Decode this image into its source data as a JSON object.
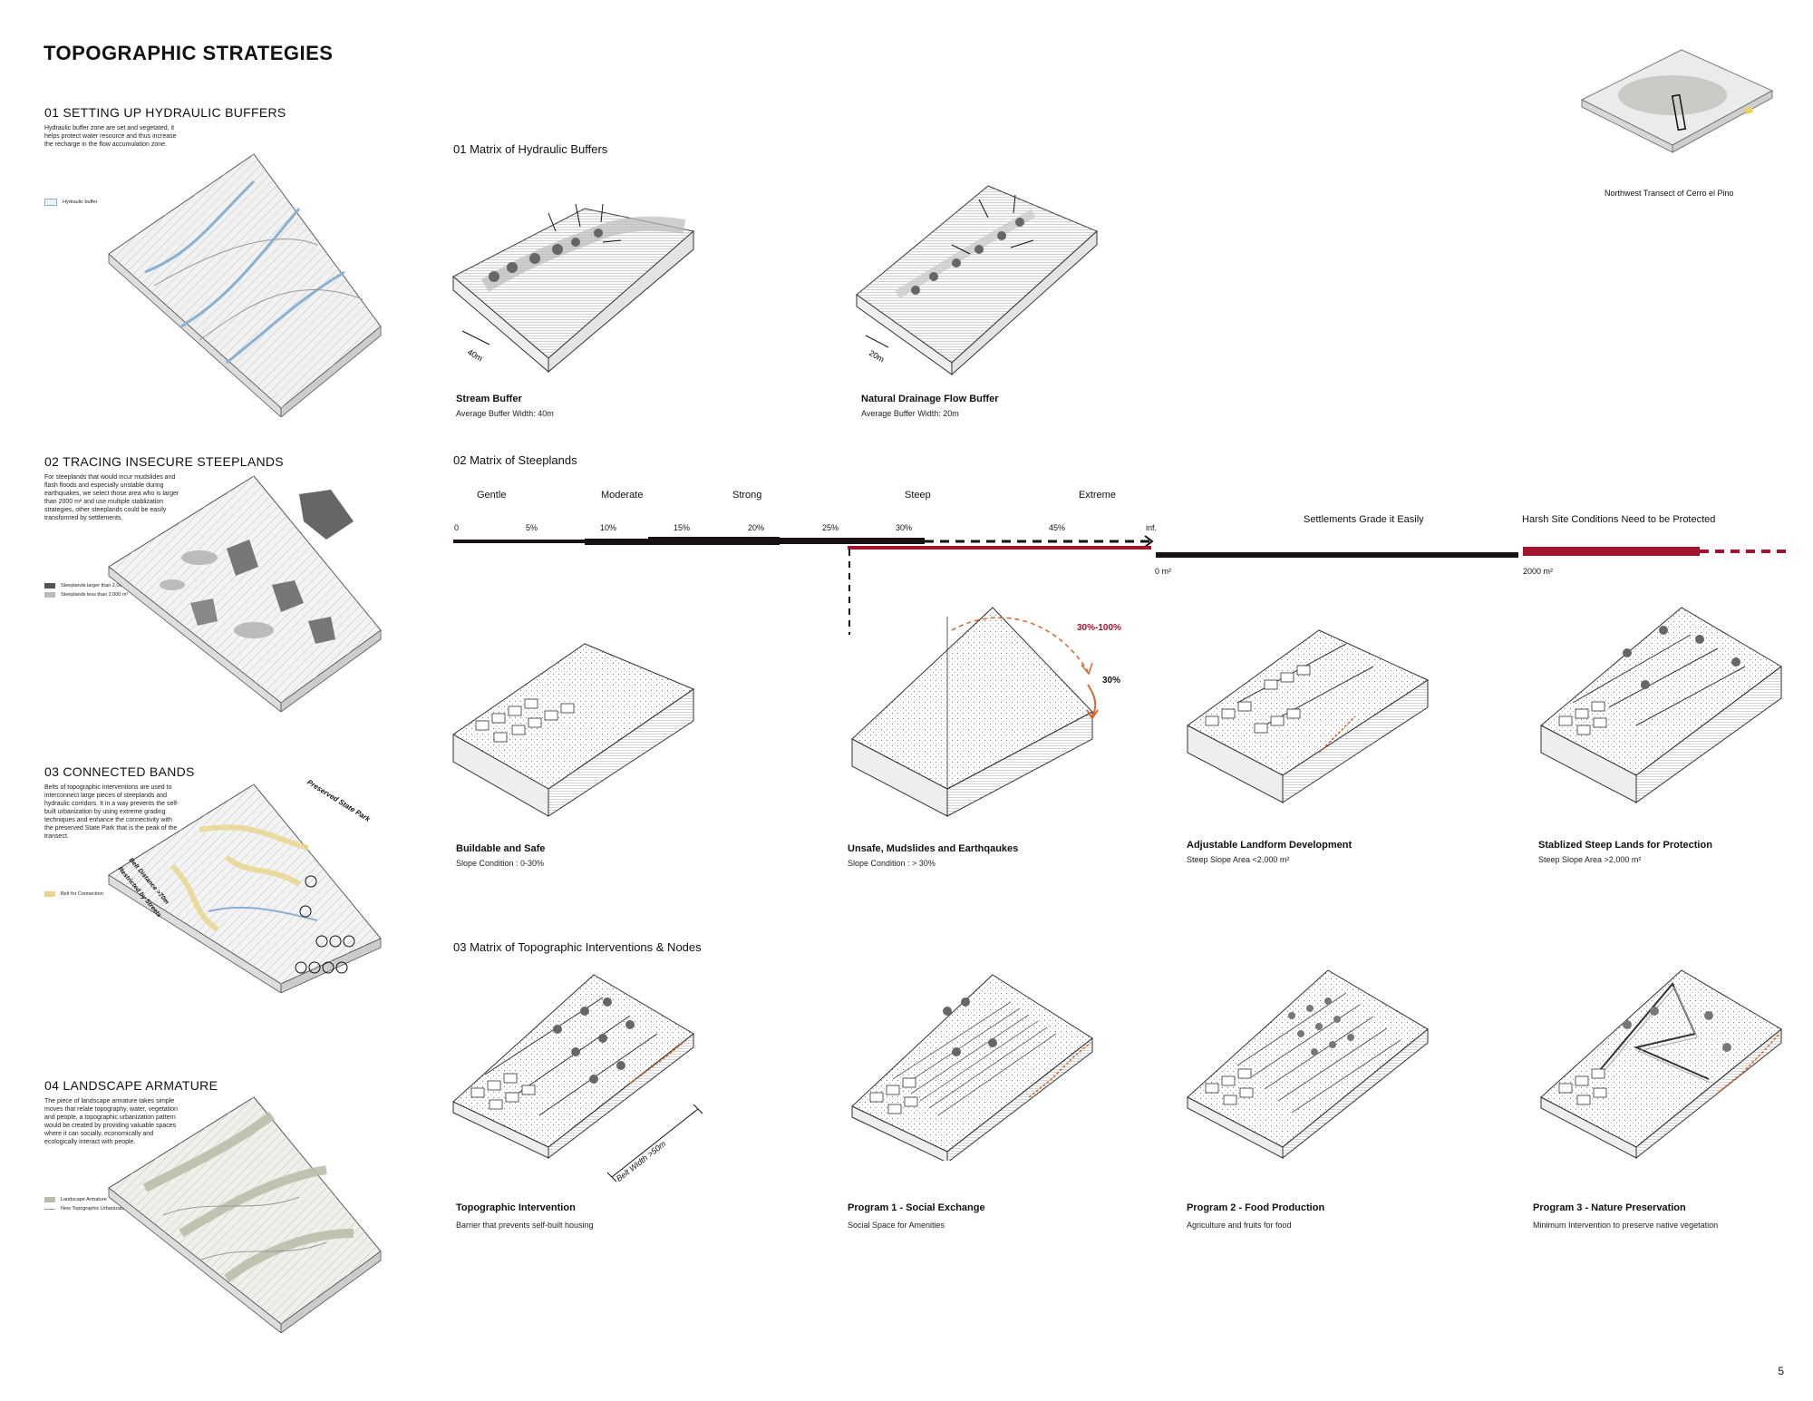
{
  "page": {
    "title": "TOPOGRAPHIC STRATEGIES",
    "page_number": "5"
  },
  "left_sections": [
    {
      "heading": "01 SETTING UP HYDRAULIC BUFFERS",
      "desc": "Hydraulic buffer zone are set and vegetated, it helps protect water resource and thus increase the recharge in the flow accumulation zone.",
      "legend": [
        {
          "label": "Hydraulic buffer",
          "color": "#8ab0d0"
        }
      ]
    },
    {
      "heading": "02 TRACING INSECURE STEEPLANDS",
      "desc": "For steeplands that would incur mudslides and flash floods and especially unstable during earthquakes, we select those area who is larger than 2000 m² and use multiple stablization strategies, other steeplands could be easily transformed by settlements.",
      "legend": [
        {
          "label": "Steeplands larger than 2,000 m²",
          "color": "#555555"
        },
        {
          "label": "Steeplands less than 2,000 m²",
          "color": "#bbbbbb"
        }
      ]
    },
    {
      "heading": "03 CONNECTED BANDS",
      "desc": "Belts of topographic interventions are used to interconnect large pieces of steeplands and hydraulic corridors. It in a way prevents the self-built urbanization by using extreme grading techniques and enhance the connectivity with the preserved State Park that is the peak of the transect.",
      "legend": [
        {
          "label": "Belt for Connection",
          "color": "#e8d48a"
        }
      ],
      "map_labels": {
        "park": "Preserved State Park",
        "dist1": "Belt Distance >70m",
        "dist2": "Restricted by Streets"
      }
    },
    {
      "heading": "04 LANDSCAPE ARMATURE",
      "desc": "The piece of landscape armature takes simple moves that relate topography, water, vegetation and people, a topographic urbanization pattern would be created by providing valuable spaces where it can socially, economically and ecologically interact with people.",
      "legend": [
        {
          "label": "Landscape Armature",
          "color": "#b8bfa8"
        },
        {
          "label": "New Topographic Urbanization",
          "color": "#999999"
        }
      ]
    }
  ],
  "inset": {
    "caption": "Northwest Transect of Cerro el Pino"
  },
  "matrix1": {
    "heading": "01 Matrix of Hydraulic Buffers",
    "items": [
      {
        "title": "Stream Buffer",
        "sub": "Average Buffer Width: 40m",
        "dim": "40m"
      },
      {
        "title": "Natural Drainage Flow Buffer",
        "sub": "Average Buffer Width: 20m",
        "dim": "20m"
      }
    ]
  },
  "matrix2": {
    "heading": "02 Matrix of Steeplands",
    "slope_categories": [
      "Gentle",
      "Moderate",
      "Strong",
      "Steep",
      "Extreme"
    ],
    "ticks": [
      "0",
      "5%",
      "10%",
      "15%",
      "20%",
      "25%",
      "30%",
      "45%",
      "inf."
    ],
    "area_labels": {
      "settle": "Settlements Grade it Easily",
      "harsh": "Harsh Site Conditions Need to be Protected",
      "zero": "0 m²",
      "two": "2000 m²"
    },
    "angle_labels": {
      "range": "30%-100%",
      "base": "30%"
    },
    "items": [
      {
        "title": "Buildable and Safe",
        "sub": "Slope Condition : 0-30%"
      },
      {
        "title": "Unsafe, Mudslides and Earthqaukes",
        "sub": "Slope Condition : > 30%"
      },
      {
        "title": "Adjustable Landform Development",
        "sub": "Steep Slope Area <2,000 m²"
      },
      {
        "title": "Stablized Steep Lands for Protection",
        "sub": "Steep Slope Area >2,000 m²"
      }
    ],
    "colors": {
      "dark": "#1a1212",
      "red": "#a3132e",
      "orange": "#d9652b"
    }
  },
  "matrix3": {
    "heading": "03 Matrix of Topographic Interventions & Nodes",
    "belt_label": "Belt Width >50m",
    "items": [
      {
        "title": "Topographic Intervention",
        "sub": "Barrier that prevents self-built housing"
      },
      {
        "title": "Program 1 - Social Exchange",
        "sub": "Social Space for Amenities"
      },
      {
        "title": "Program 2 - Food Production",
        "sub": "Agriculture and fruits for food"
      },
      {
        "title": "Program 3 - Nature Preservation",
        "sub": "Minimum Intervention to preserve native vegetation"
      }
    ]
  }
}
